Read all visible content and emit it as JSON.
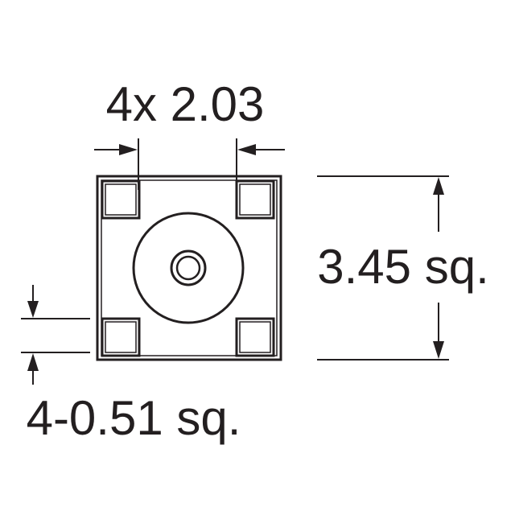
{
  "dimensions": {
    "pad_spacing_label": "4x 2.03",
    "body_size_label": "3.45 sq.",
    "pad_size_label": "4-0.51 sq."
  },
  "colors": {
    "line": "#231f20",
    "background": "#ffffff"
  }
}
